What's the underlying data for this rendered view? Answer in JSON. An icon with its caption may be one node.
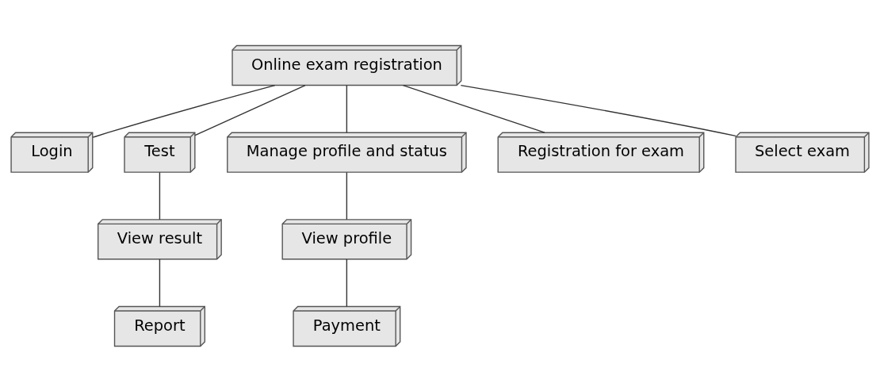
{
  "diagram": {
    "nodes": [
      {
        "text": [
          "Online exam registration"
        ]
      },
      {
        "text": [
          "Login"
        ]
      },
      {
        "text": [
          "Test"
        ]
      },
      {
        "text": [
          "Manage profile and status"
        ]
      },
      {
        "text": [
          "Registration for exam"
        ]
      },
      {
        "text": [
          "Select exam"
        ]
      },
      {
        "text": [
          "View profile"
        ]
      },
      {
        "text": [
          "Payment"
        ]
      },
      {
        "text": [
          "View result"
        ]
      },
      {
        "text": [
          "Report"
        ]
      }
    ],
    "edges": [
      {
        "from": 0,
        "to": 1,
        "arrow": "none"
      },
      {
        "from": 0,
        "to": 2,
        "arrow": "none"
      },
      {
        "from": 0,
        "to": 4,
        "arrow": "none"
      },
      {
        "from": 0,
        "to": 5,
        "arrow": "none"
      },
      {
        "from": 0,
        "to": 3,
        "arrow": "none"
      },
      {
        "from": 3,
        "to": 6,
        "arrow": "none"
      },
      {
        "from": 6,
        "to": 7,
        "arrow": "none"
      },
      {
        "from": 2,
        "to": 8,
        "arrow": "none"
      },
      {
        "from": 8,
        "to": 9,
        "arrow": "none"
      }
    ]
  }
}
